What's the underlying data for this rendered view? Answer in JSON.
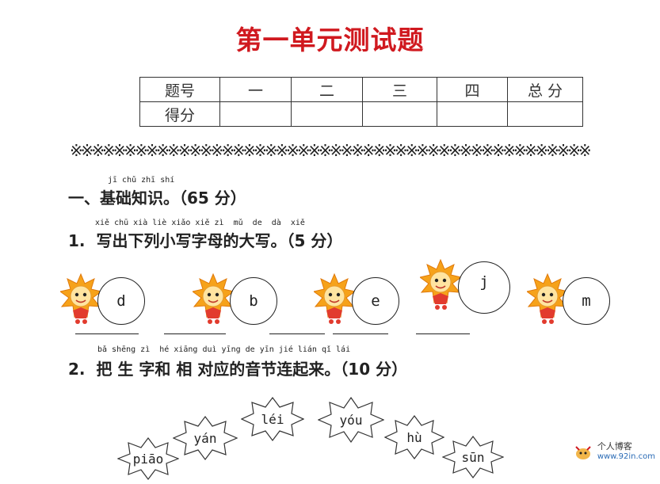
{
  "title": "第一单元测试题",
  "score_table": {
    "row1": [
      "题号",
      "一",
      "二",
      "三",
      "四",
      "总  分"
    ],
    "row2": [
      "得分",
      "",
      "",
      "",
      "",
      ""
    ]
  },
  "divider": "※※※※※※※※※※※※※※※※※※※※※※※※※※※※※※※※※※※※※※※※※※※※※※※※",
  "section1": {
    "pinyin": "jī chǔ zhī shí",
    "heading": "一、基础知识。（65 分）"
  },
  "q1": {
    "pinyin": "xiě chū xià liè xiǎo xiě zì  mǔ  de  dà  xiě",
    "heading": "1.  写出下列小写字母的大写。（5 分）",
    "letters": [
      "d",
      "b",
      "e",
      "j",
      "m"
    ]
  },
  "q2": {
    "pinyin": "bǎ shēng zì  hé xiāng duì yīng de yīn jié lián qǐ lái",
    "heading": "2.  把 生 字和 相 对应的音节连起来。（10 分）",
    "syllables": [
      "piāo",
      "yán",
      "léi",
      "yóu",
      "hù",
      "sūn"
    ]
  },
  "watermark": {
    "name": "个人博客",
    "url": "www.92in.com"
  }
}
